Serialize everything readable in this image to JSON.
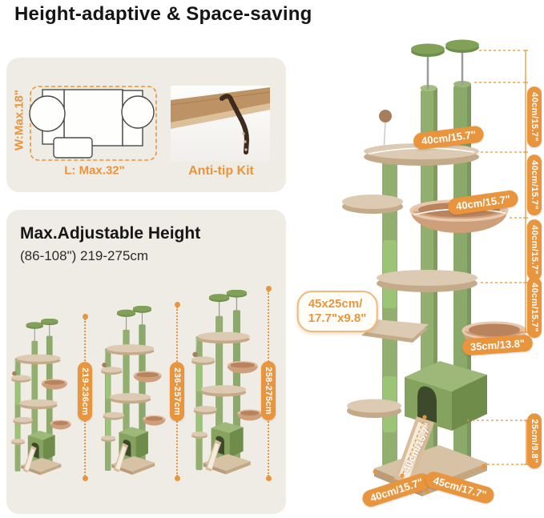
{
  "page_title": "Height-adaptive & Space-saving",
  "footprint_panel": {
    "width_label": "W:Max.18\"",
    "length_label": "L: Max.32\"",
    "antitip_label": "Anti-tip Kit"
  },
  "height_panel": {
    "heading": "Max.Adjustable Height",
    "subheading": "(86-108\") 219-275cm",
    "tree_ranges": [
      "219-236cm",
      "236-257cm",
      "258-275cm"
    ]
  },
  "tree_labels": {
    "top_platform": "40cm/15.7\"",
    "hammock": "40cm/15.7\"",
    "board_line1": "45x25cm/",
    "board_line2": "17.7\"x9.8\"",
    "basket": "35cm/13.8\"",
    "ramp": "40cm/15.7\"",
    "base_front": "40cm/15.7\"",
    "base_side": "45cm/17.7\""
  },
  "side_measurements": [
    "40cm/15.7\"",
    "40cm/15.7\"",
    "40cm/15.7\"",
    "40cm/15.7\"",
    "25cm/9.8\""
  ],
  "colors": {
    "accent": "#E9953D",
    "panel": "#EFEBE5",
    "green": "#8CA968",
    "beige": "#DCCAB2",
    "text": "#111111"
  }
}
